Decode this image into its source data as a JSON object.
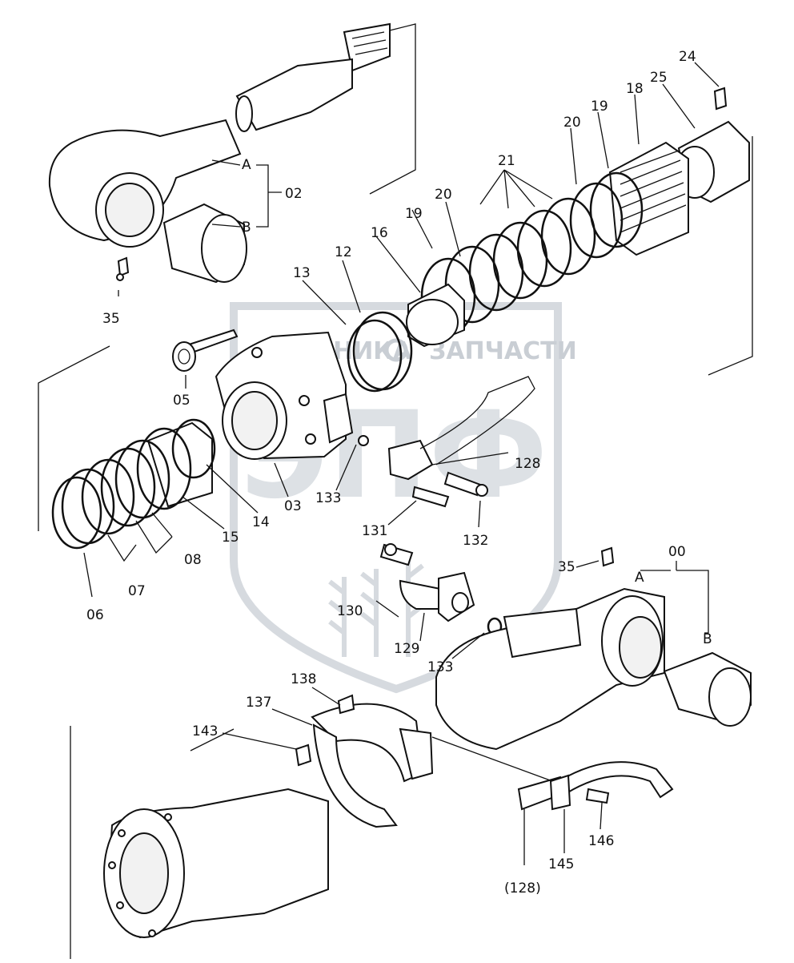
{
  "watermark": {
    "top_text_left": "ТЕХНИКА",
    "top_text_right": "ЗАПЧАСТИ",
    "big_text": "ЭПФ"
  },
  "labels": {
    "p24": "24",
    "p25": "25",
    "p18": "18",
    "p19a": "19",
    "p20a": "20",
    "p21": "21",
    "p20b": "20",
    "p19b": "19",
    "p16": "16",
    "p12": "12",
    "p13": "13",
    "p02": "02",
    "p02a": "A",
    "p02b": "B",
    "p35a": "35",
    "p05": "05",
    "p03": "03",
    "p133a": "133",
    "p128": "128",
    "p131": "131",
    "p132": "132",
    "p14": "14",
    "p15": "15",
    "p08": "08",
    "p07": "07",
    "p06": "06",
    "p35b": "35",
    "p00": "00",
    "p00a": "A",
    "p00b": "B",
    "p130": "130",
    "p129": "129",
    "p133b": "133",
    "p138": "138",
    "p137": "137",
    "p143": "143",
    "p146": "146",
    "p145": "145",
    "p128b": "(128)"
  },
  "icons": {
    "watermark_gear": "gear-icon",
    "watermark_shield": "shield-icon"
  },
  "colors": {
    "line": "#111111",
    "watermark": "#c9ced4"
  }
}
